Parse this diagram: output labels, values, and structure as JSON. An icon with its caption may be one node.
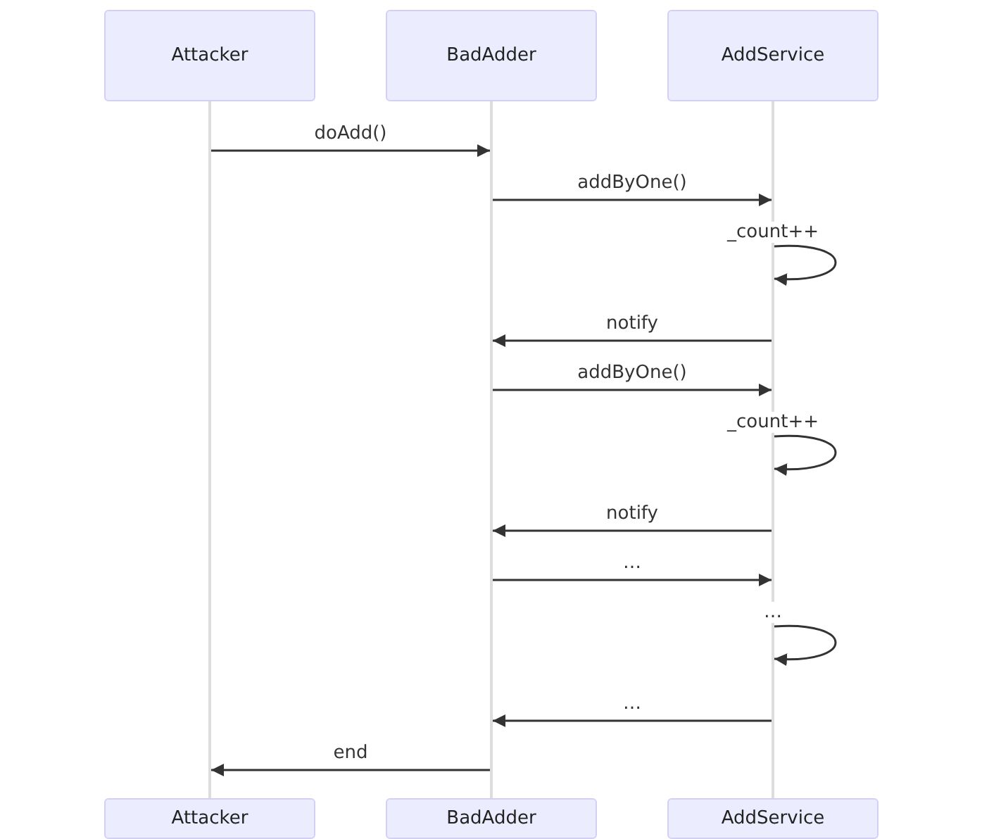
{
  "diagram": {
    "nodes": [
      {
        "text": [
          "Attacker"
        ]
      },
      {
        "text": [
          "BadAdder"
        ]
      },
      {
        "text": [
          "AddService"
        ]
      },
      {
        "text": [],
        "shape": "bar"
      },
      {
        "text": [],
        "shape": "bar"
      },
      {
        "text": [],
        "shape": "bar"
      },
      {
        "text": [
          "Attacker"
        ]
      },
      {
        "text": [
          "BadAdder"
        ]
      },
      {
        "text": [
          "AddService"
        ]
      }
    ],
    "edges": [
      {
        "from": 3,
        "to": 4,
        "arrow": "to",
        "label": "doAdd()"
      },
      {
        "from": 4,
        "to": 5,
        "arrow": "to",
        "label": "addByOne()"
      },
      {
        "from": 5,
        "to": 5,
        "arrow": "to",
        "label": "_count++"
      },
      {
        "from": 5,
        "to": 4,
        "arrow": "to",
        "label": "notify"
      },
      {
        "from": 4,
        "to": 5,
        "arrow": "to",
        "label": "addByOne()"
      },
      {
        "from": 5,
        "to": 5,
        "arrow": "to",
        "label": "_count++"
      },
      {
        "from": 5,
        "to": 4,
        "arrow": "to",
        "label": "notify"
      },
      {
        "from": 4,
        "to": 5,
        "arrow": "to",
        "label": "…"
      },
      {
        "from": 5,
        "to": 5,
        "arrow": "to",
        "label": "…"
      },
      {
        "from": 5,
        "to": 4,
        "arrow": "to",
        "label": "…"
      },
      {
        "from": 4,
        "to": 3,
        "arrow": "to",
        "label": "end"
      }
    ]
  }
}
